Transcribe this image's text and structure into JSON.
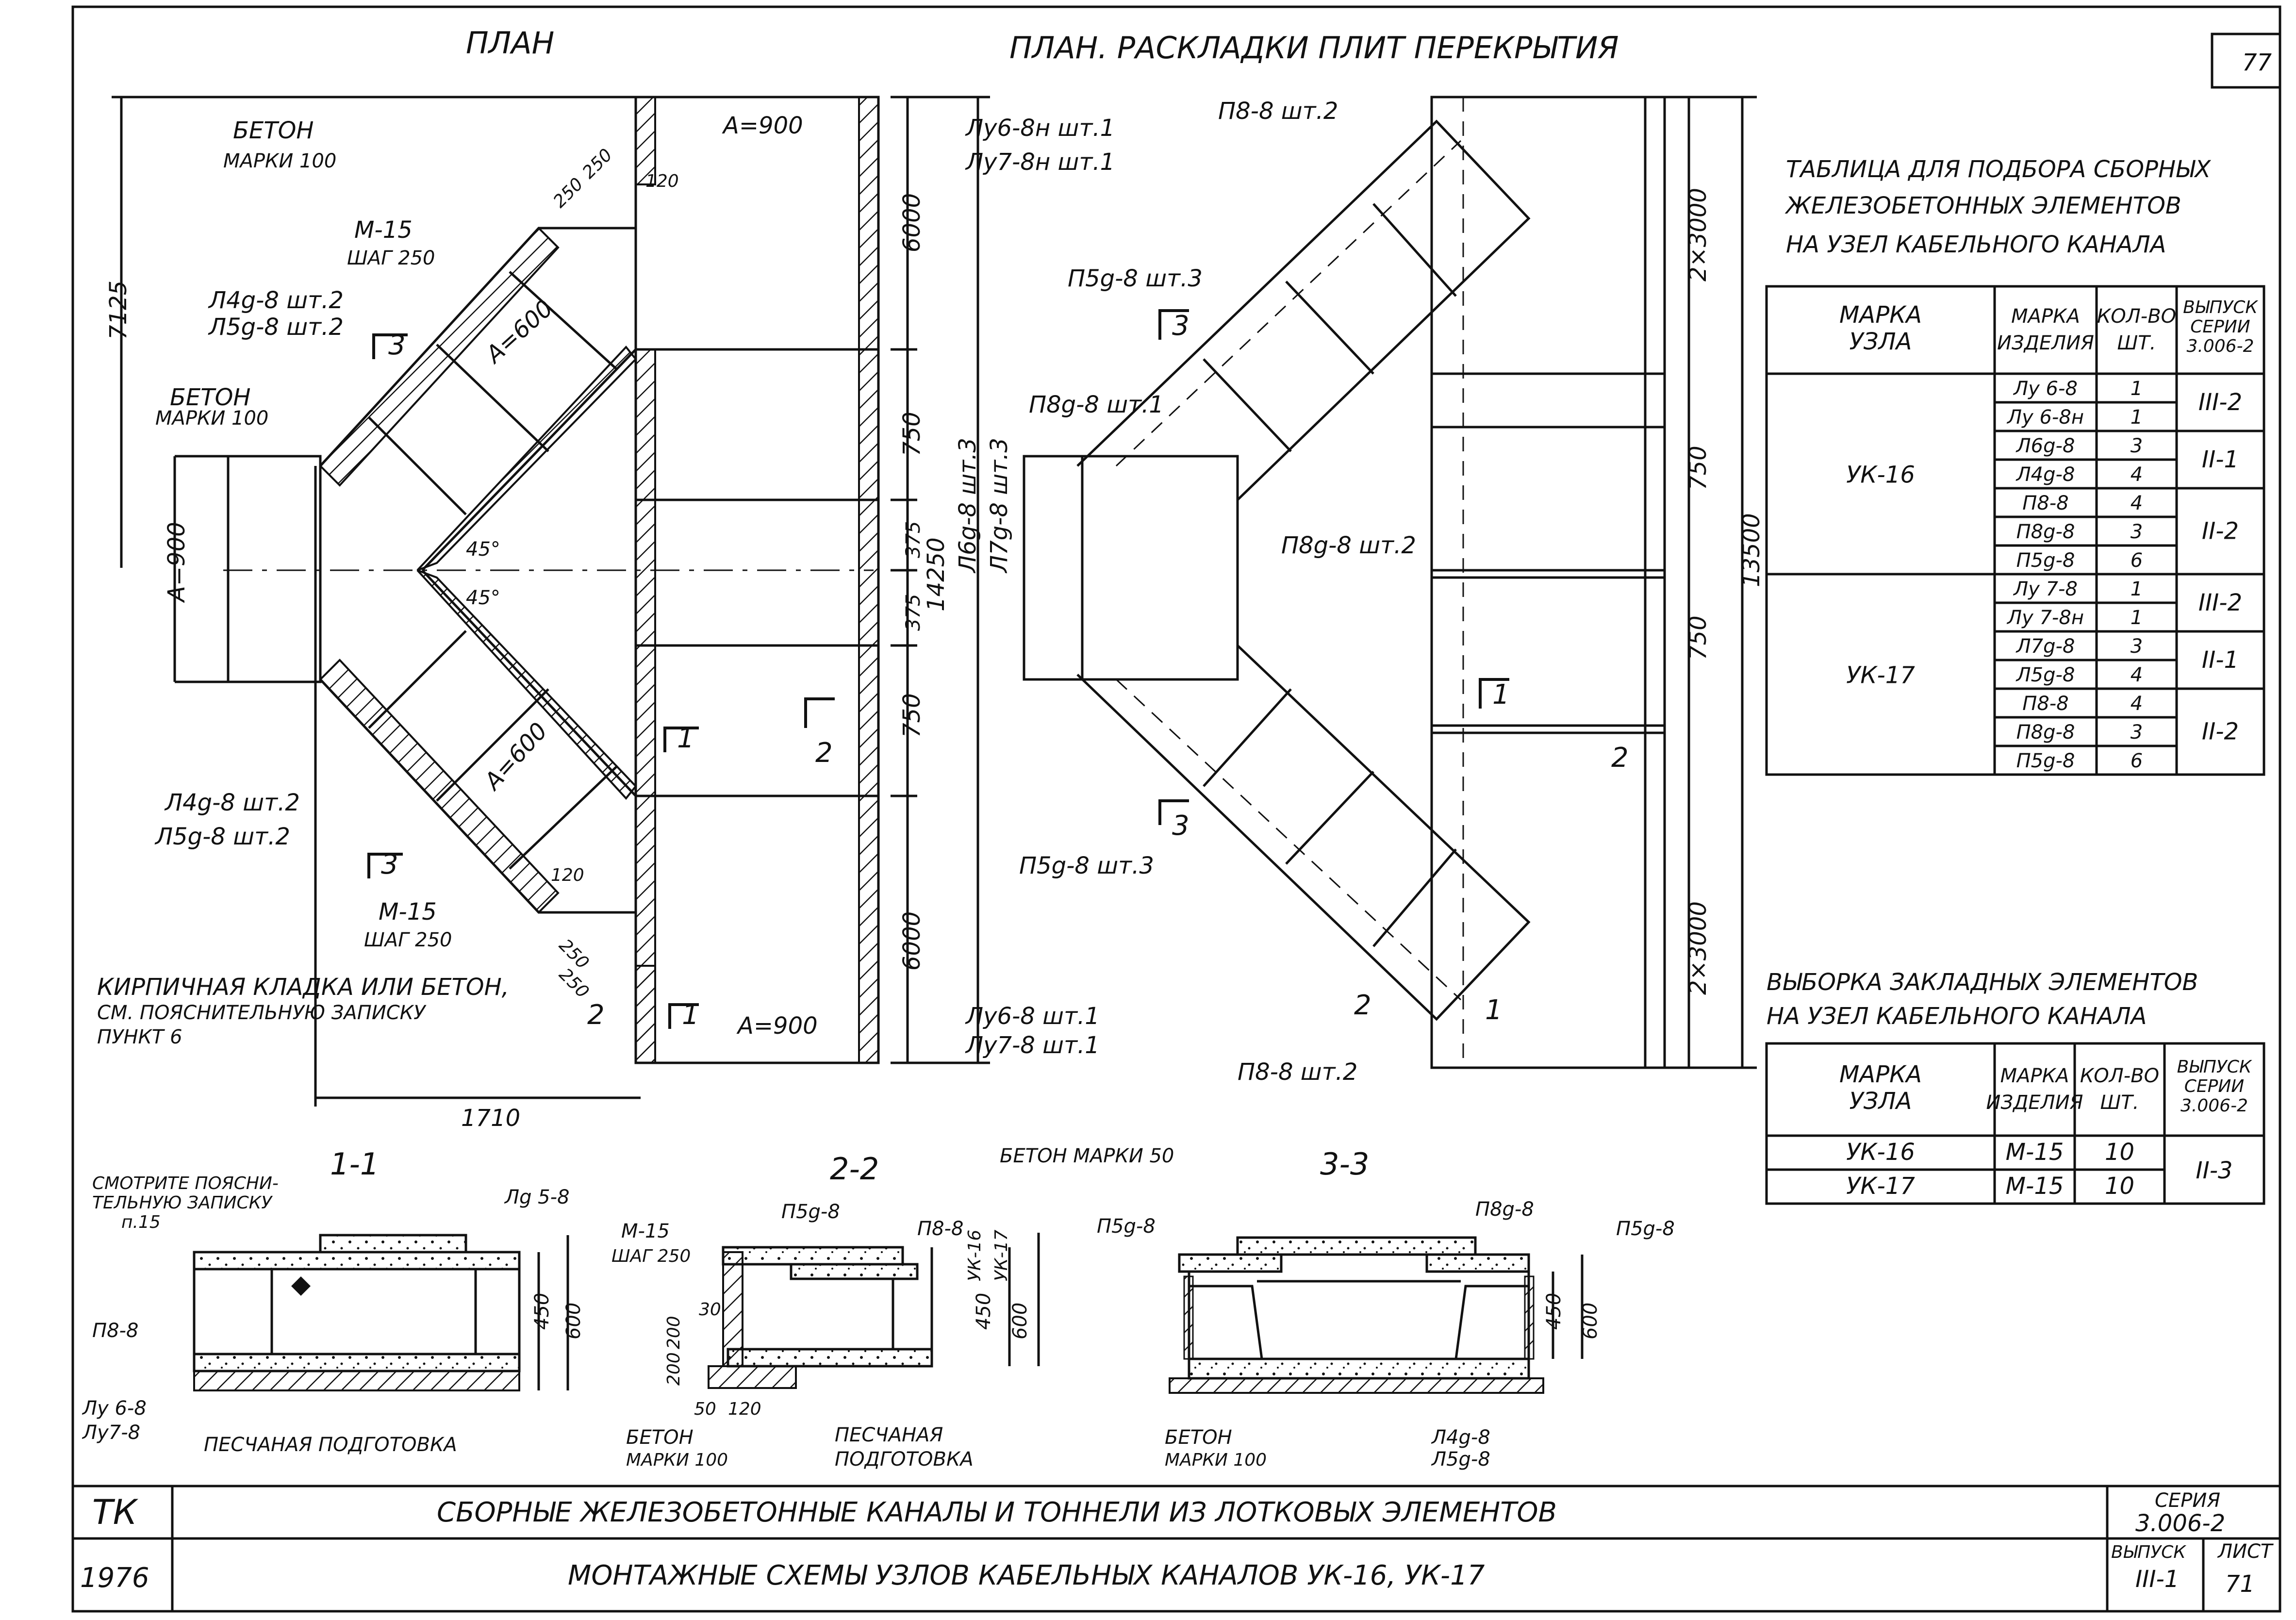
{
  "sheet_number": "77",
  "titles": {
    "plan": "ПЛАН",
    "slab_layout": "ПЛАН. РАСКЛАДКИ ПЛИТ ПЕРЕКРЫТИЯ"
  },
  "plan_labels": {
    "beton_top_1": "БЕТОН",
    "beton_top_2": "МАРКИ 100",
    "beton_mid_1": "БЕТОН",
    "beton_mid_2": "МАРКИ 100",
    "m15_top_1": "М-15",
    "m15_top_2": "ШАГ 250",
    "m15_bot_1": "М-15",
    "m15_bot_2": "ШАГ 250",
    "l4_top": "Л4g-8 шт.2",
    "l5_top": "Л5g-8 шт.2",
    "l4_bot": "Л4g-8 шт.2",
    "l5_bot": "Л5g-8 шт.2",
    "ly6_top": "Лу6-8н шт.1",
    "ly7_top": "Лу7-8н шт.1",
    "ly6_bot": "Лу6-8 шт.1",
    "ly7_bot": "Лу7-8 шт.1",
    "l6_vert": "Л6g-8 шт.3",
    "l7_vert": "Л7g-8 шт.3",
    "brick_1": "КИРПИЧНАЯ КЛАДКА ИЛИ БЕТОН,",
    "brick_2": "СМ. ПОЯСНИТЕЛЬНУЮ ЗАПИСКУ",
    "brick_3": "ПУНКТ 6",
    "a900_top": "А=900",
    "a900_bot": "А=900",
    "a900_left": "А=900",
    "a600_top": "А=600",
    "a600_bot": "А=600",
    "angle_1": "45°",
    "angle_2": "45°",
    "d120_top": "120",
    "d120_bot": "120",
    "d250_a": "250",
    "d250_b": "250",
    "d250_c": "250",
    "d250_d": "250"
  },
  "plan_dims": {
    "total_h": "7125",
    "w1710": "1710",
    "d6000_top": "6000",
    "d750_a": "750",
    "d375_a": "375",
    "d375_b": "375",
    "d750_b": "750",
    "d6000_bot": "6000",
    "d14250": "14250"
  },
  "layout_labels": {
    "p8_top": "П8-8 шт.2",
    "p5_top": "П5g-8 шт.3",
    "p8g_top": "П8g-8 шт.1",
    "p8g_mid": "П8g-8 шт.2",
    "p5_bot": "П5g-8 шт.3",
    "p8_bot": "П8-8 шт.2"
  },
  "layout_dims": {
    "d2x3000_top": "2×3000",
    "d750_a": "750",
    "d13500": "13500",
    "d750_b": "750",
    "d2x3000_bot": "2×3000"
  },
  "section_marks": [
    "3",
    "1",
    "2",
    "3",
    "1",
    "3",
    "1",
    "2",
    "3",
    "2",
    "1",
    "2"
  ],
  "sections": {
    "s11": {
      "title": "1-1",
      "note_1": "СМОТРИТЕ ПОЯСНИ-",
      "note_2": "ТЕЛЬНУЮ ЗАПИСКУ",
      "note_3": "п.15",
      "slab": "Лg 5-8",
      "p88": "П8-8",
      "ly6": "Лу 6-8",
      "ly7": "Лу7-8",
      "sand": "ПЕСЧАНАЯ ПОДГОТОВКА",
      "d450": "450",
      "d600": "600"
    },
    "s22": {
      "title": "2-2",
      "m15_1": "М-15",
      "m15_2": "ШАГ 250",
      "p5": "П5g-8",
      "p8": "П8-8",
      "yk16": "УК-16",
      "yk17": "УК-17",
      "beton50": "БЕТОН МАРКИ 50",
      "d30": "30",
      "d200_a": "200",
      "d200_b": "200",
      "d50": "50",
      "d120": "120",
      "beton_1": "БЕТОН",
      "beton_2": "МАРКИ 100",
      "sand_1": "ПЕСЧАНАЯ",
      "sand_2": "ПОДГОТОВКА",
      "d450": "450",
      "d600": "600"
    },
    "s33": {
      "title": "3-3",
      "p5_left": "П5g-8",
      "p8": "П8g-8",
      "p5_right": "П5g-8",
      "beton_1": "БЕТОН",
      "beton_2": "МАРКИ 100",
      "l4": "Л4g-8",
      "l5": "Л5g-8",
      "d450": "450",
      "d600": "600"
    }
  },
  "table1": {
    "title_1": "ТАБЛИЦА ДЛЯ ПОДБОРА СБОРНЫХ",
    "title_2": "ЖЕЛЕЗОБЕТОННЫХ ЭЛЕМЕНТОВ",
    "title_3": "НА УЗЕЛ КАБЕЛЬНОГО КАНАЛА",
    "headers": [
      "МАРКА УЗЛА",
      "МАРКА ИЗДЕЛИЯ",
      "КОЛ-ВО ШТ.",
      "ВЫПУСК СЕРИИ 3.006-2"
    ],
    "groups": [
      {
        "node": "УК-16",
        "items": [
          {
            "mark": "Лу 6-8",
            "qty": "1"
          },
          {
            "mark": "Лу 6-8н",
            "qty": "1"
          },
          {
            "mark": "Л6g-8",
            "qty": "3"
          },
          {
            "mark": "Л4g-8",
            "qty": "4"
          },
          {
            "mark": "П8-8",
            "qty": "4"
          },
          {
            "mark": "П8g-8",
            "qty": "3"
          },
          {
            "mark": "П5g-8",
            "qty": "6"
          }
        ],
        "issues": [
          {
            "label": "III-2",
            "span": 2
          },
          {
            "label": "II-1",
            "span": 2
          },
          {
            "label": "II-2",
            "span": 3
          }
        ]
      },
      {
        "node": "УК-17",
        "items": [
          {
            "mark": "Лу 7-8",
            "qty": "1"
          },
          {
            "mark": "Лу 7-8н",
            "qty": "1"
          },
          {
            "mark": "Л7g-8",
            "qty": "3"
          },
          {
            "mark": "Л5g-8",
            "qty": "4"
          },
          {
            "mark": "П8-8",
            "qty": "4"
          },
          {
            "mark": "П8g-8",
            "qty": "3"
          },
          {
            "mark": "П5g-8",
            "qty": "6"
          }
        ],
        "issues": [
          {
            "label": "III-2",
            "span": 2
          },
          {
            "label": "II-1",
            "span": 2
          },
          {
            "label": "II-2",
            "span": 3
          }
        ]
      }
    ]
  },
  "table2": {
    "title_1": "ВЫБОРКА ЗАКЛАДНЫХ ЭЛЕМЕНТОВ",
    "title_2": "НА УЗЕЛ КАБЕЛЬНОГО КАНАЛА",
    "headers": [
      "МАРКА УЗЛА",
      "МАРКА ИЗДЕЛИЯ",
      "КОЛ-ВО ШТ.",
      "ВЫПУСК СЕРИИ 3.006-2"
    ],
    "rows": [
      {
        "node": "УК-16",
        "mark": "М-15",
        "qty": "10"
      },
      {
        "node": "УК-17",
        "mark": "М-15",
        "qty": "10"
      }
    ],
    "issue": "II-3"
  },
  "titleblock": {
    "tk": "ТК",
    "year": "1976",
    "line1": "СБОРНЫЕ ЖЕЛЕЗОБЕТОННЫЕ КАНАЛЫ И ТОННЕЛИ ИЗ ЛОТКОВЫХ ЭЛЕМЕНТОВ",
    "line2": "МОНТАЖНЫЕ СХЕМЫ УЗЛОВ КАБЕЛЬНЫХ КАНАЛОВ УК-16, УК-17",
    "series_label": "СЕРИЯ",
    "series": "3.006-2",
    "issue_label": "ВЫПУСК",
    "issue": "III-1",
    "sheet_label": "ЛИСТ",
    "sheet": "71"
  }
}
